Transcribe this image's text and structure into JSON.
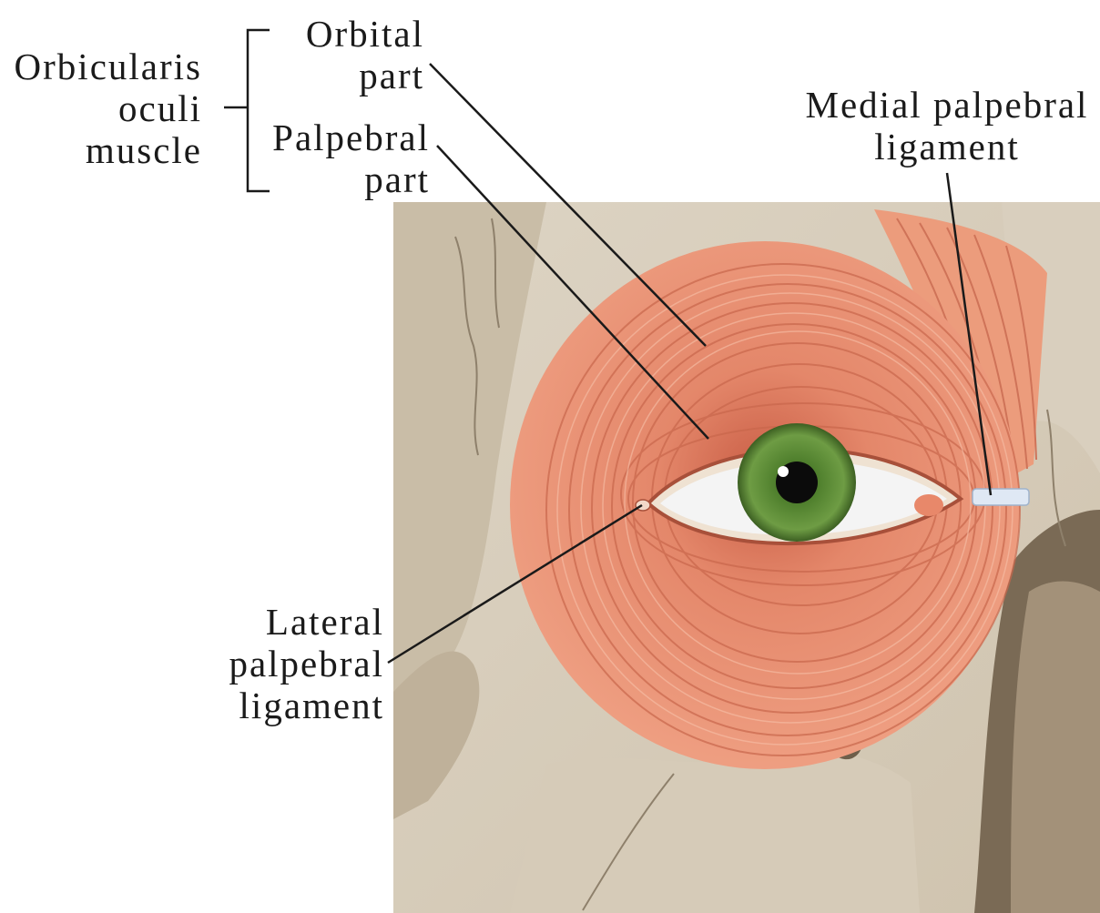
{
  "labels": {
    "group": [
      "Orbicularis",
      "oculi",
      "muscle"
    ],
    "orbital_part": [
      "Orbital",
      "part"
    ],
    "palpebral_part": [
      "Palpebral",
      "part"
    ],
    "medial_ligament": [
      "Medial palpebral",
      "ligament"
    ],
    "lateral_ligament": [
      "Lateral",
      "palpebral",
      "ligament"
    ]
  },
  "colors": {
    "bone": "#d8cfc0",
    "bone_shadow": "#b8ac98",
    "muscle": "#ec9a7a",
    "muscle_dark": "#c8644a",
    "iris": "#5c8a3a",
    "leader": "#1a1a1a"
  }
}
